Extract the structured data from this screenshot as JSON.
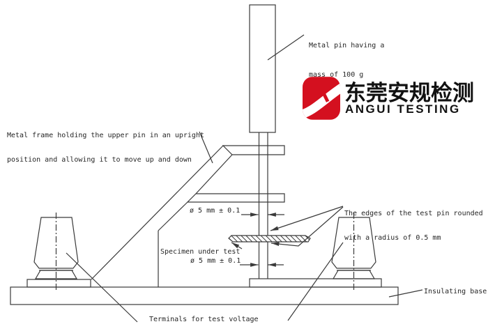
{
  "drawing": {
    "annotations": {
      "metal_pin_line1": "Metal pin having a",
      "metal_pin_line2": "mass of 100 g",
      "metal_frame_line1": "Metal frame holding the upper pin in an upright",
      "metal_frame_line2": "position and allowing it to move up and down",
      "pin_edges_line1": "The edges of the test pin rounded",
      "pin_edges_line2": "with a radius of 0.5 mm",
      "dim_upper": "ø 5 mm ± 0.1",
      "dim_lower": "ø 5 mm ± 0.1",
      "specimen": "Specimen under test",
      "terminals": "Terminals for test voltage",
      "insulating_base": "Insulating base"
    }
  },
  "logo": {
    "chinese": "东莞安规检测",
    "english": "ANGUI TESTING",
    "color": "#d4101f"
  },
  "colors": {
    "background": "#ffffff",
    "line": "#3a3a3a",
    "text": "#262626",
    "logo_red": "#d4101f"
  }
}
